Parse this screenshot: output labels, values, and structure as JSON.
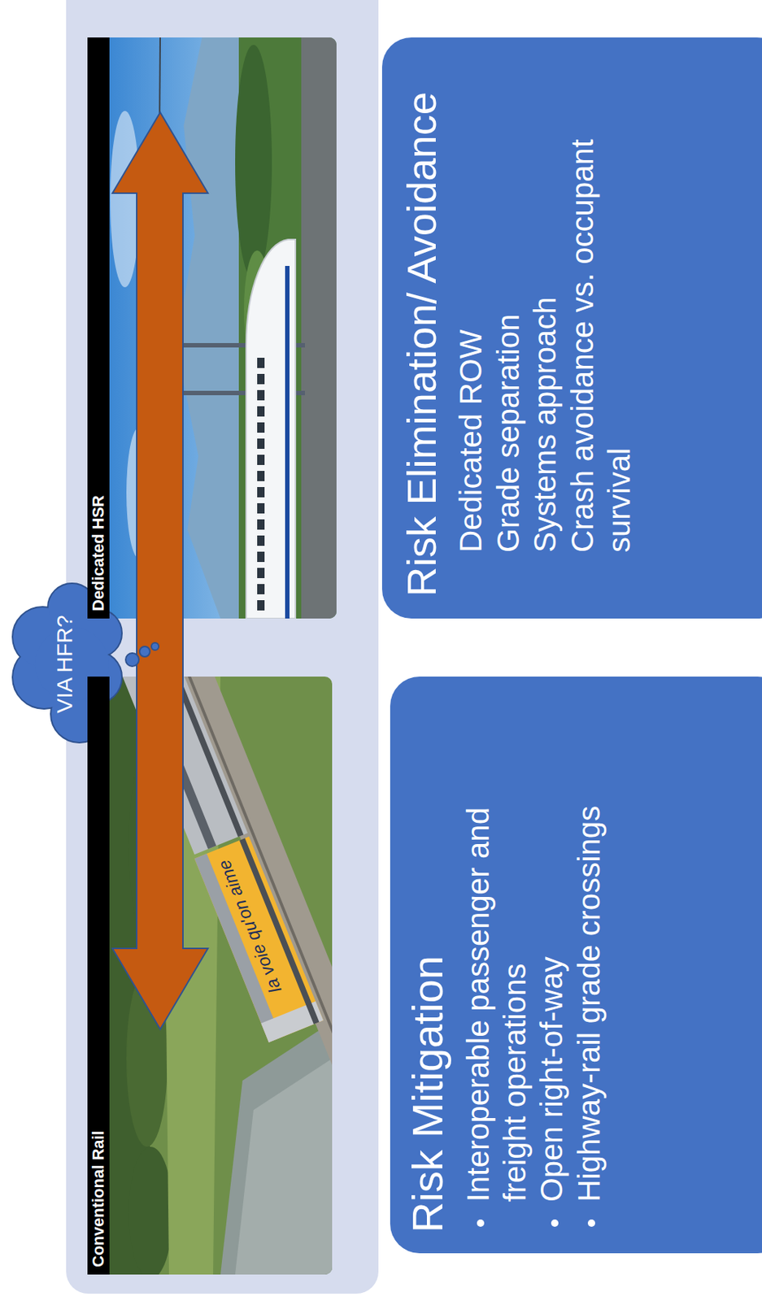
{
  "diagram": {
    "nodes": [
      {
        "text": [
          "Conventional Rail"
        ]
      },
      {
        "text": [
          "Dedicated HSR"
        ]
      },
      {
        "text": [
          "VIA HFR?"
        ]
      },
      {
        "text": [
          "Risk Mitigation",
          "Interoperable passenger and freight operations",
          "Open right-of-way",
          "Highway-rail grade crossings"
        ]
      },
      {
        "text": [
          "Risk Elimination/ Avoidance",
          "Dedicated ROW",
          "Grade separation",
          "Systems approach",
          "Crash avoidance vs. occupant survival"
        ]
      }
    ],
    "labels": [
      "la voie qu'on aime"
    ]
  }
}
